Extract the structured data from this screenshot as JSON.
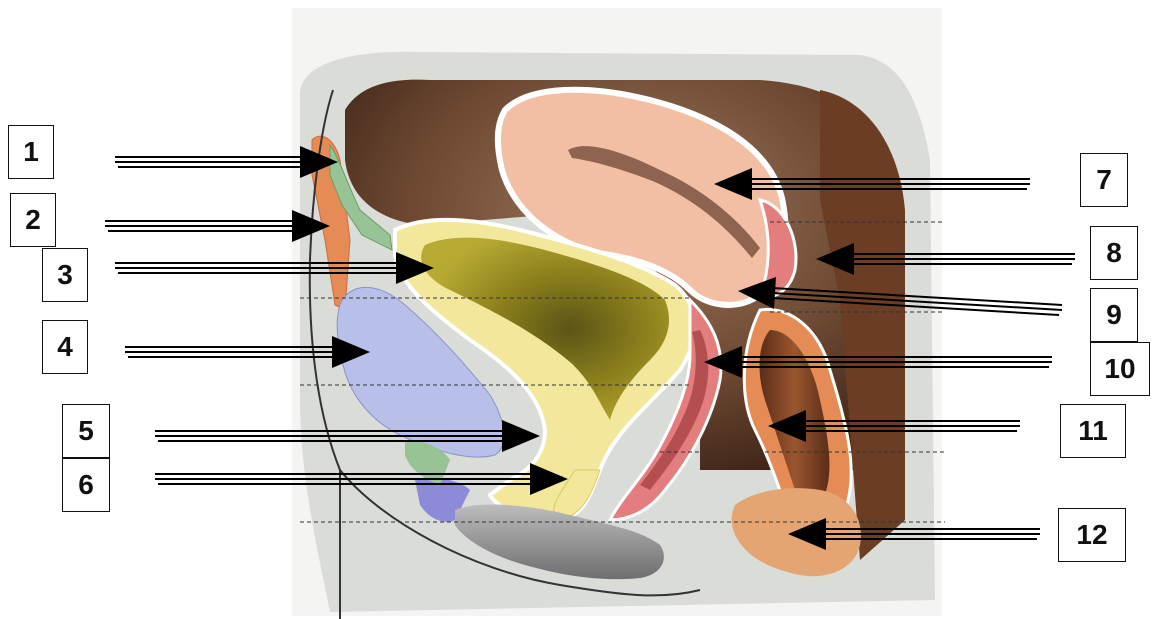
{
  "labels": [
    {
      "id": "1",
      "text": "1"
    },
    {
      "id": "2",
      "text": "2"
    },
    {
      "id": "3",
      "text": "3"
    },
    {
      "id": "4",
      "text": "4"
    },
    {
      "id": "5",
      "text": "5"
    },
    {
      "id": "6",
      "text": "6"
    },
    {
      "id": "7",
      "text": "7"
    },
    {
      "id": "8",
      "text": "8"
    },
    {
      "id": "9",
      "text": "9"
    },
    {
      "id": "10",
      "text": "10"
    },
    {
      "id": "11",
      "text": "11"
    },
    {
      "id": "12",
      "text": "12"
    }
  ],
  "colors": {
    "background_tissue": "#d9dcd7",
    "peritoneum_brown": "#6f4a33",
    "uterus": "#f2bfa5",
    "uterus_cavity": "#8e6350",
    "bladder_wall": "#f3e79b",
    "bladder_lumen": "#a49722",
    "pubic_symphysis": "#b8c0ea",
    "muscle_orange": "#e58b55",
    "rectus_green": "#98c495",
    "vagina_pink": "#e47d7d",
    "rectum_brown": "#8b4a2a",
    "perineum_gray": "#8d8d8d",
    "arrow": "#000000"
  }
}
